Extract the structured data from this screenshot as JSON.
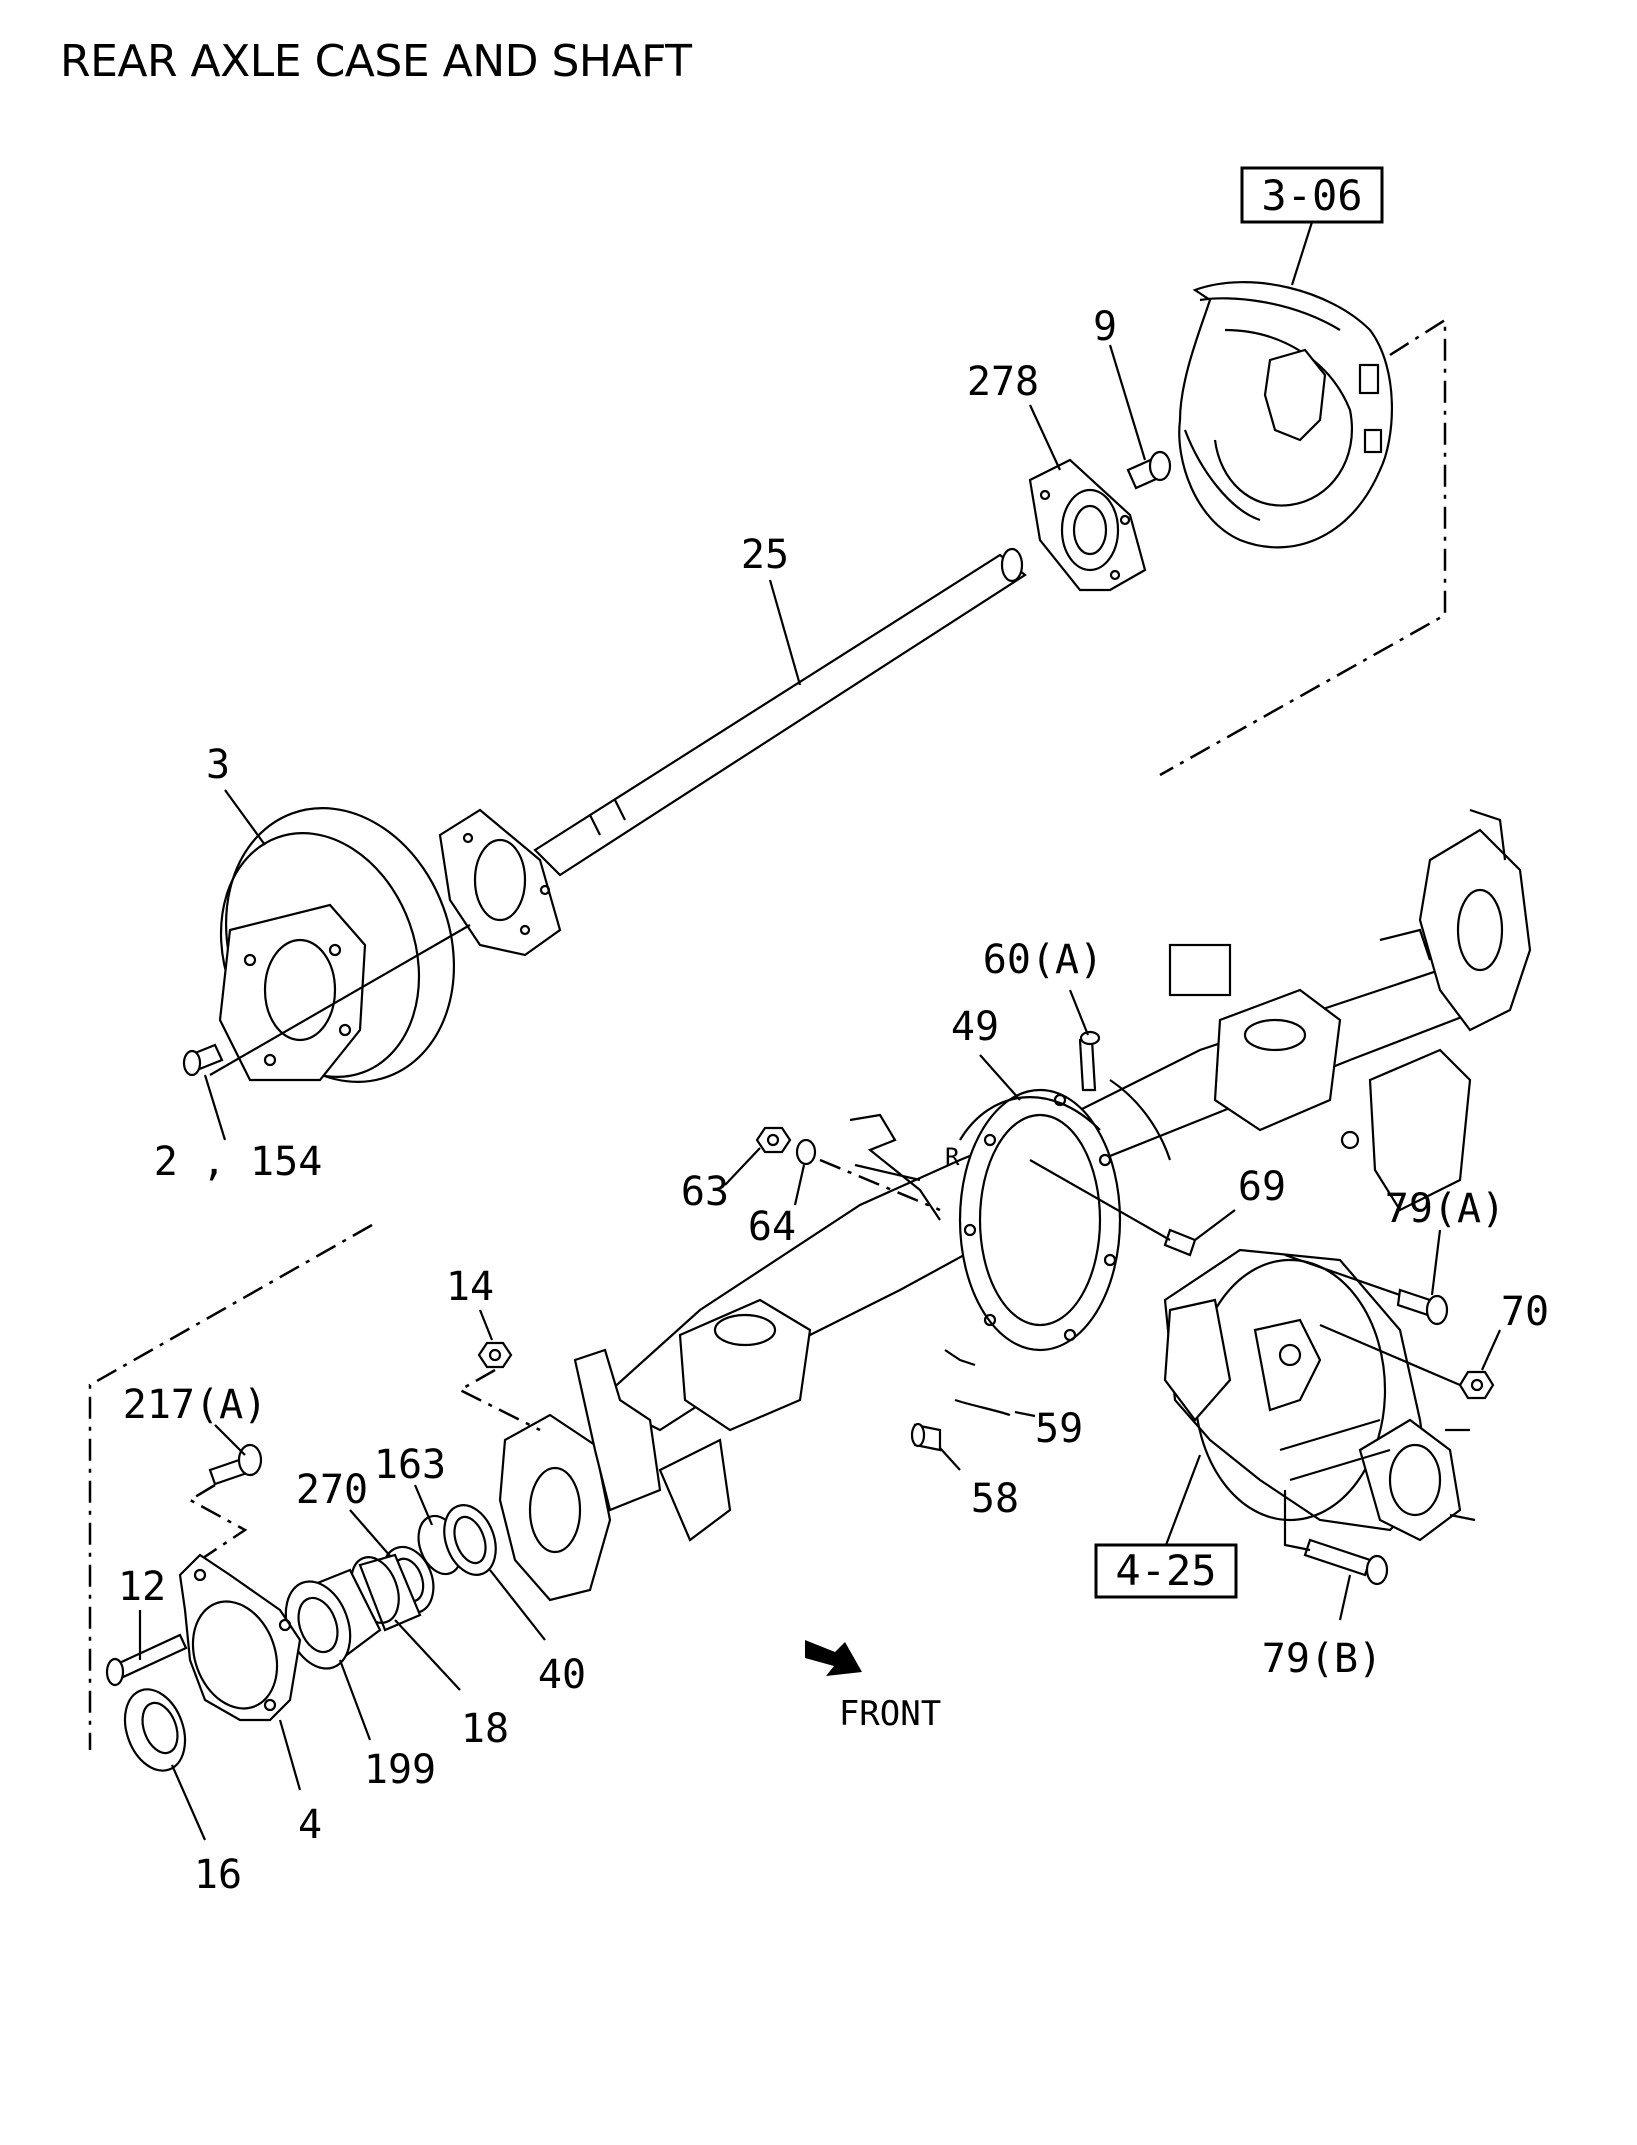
{
  "title": "REAR AXLE CASE AND SHAFT",
  "reference_boxes": [
    "3-06",
    "4-25"
  ],
  "callouts": [
    "9",
    "278",
    "25",
    "3",
    "2 , 154",
    "60(A)",
    "49",
    "63",
    "64",
    "69",
    "79(A)",
    "70",
    "14",
    "217(A)",
    "163",
    "270",
    "59",
    "58",
    "12",
    "40",
    "18",
    "199",
    "4",
    "16",
    "79(B)"
  ],
  "direction_label": "FRONT",
  "icons": [
    "front-arrow-icon"
  ],
  "colors": {
    "ink": "#000000",
    "paper": "#ffffff"
  }
}
